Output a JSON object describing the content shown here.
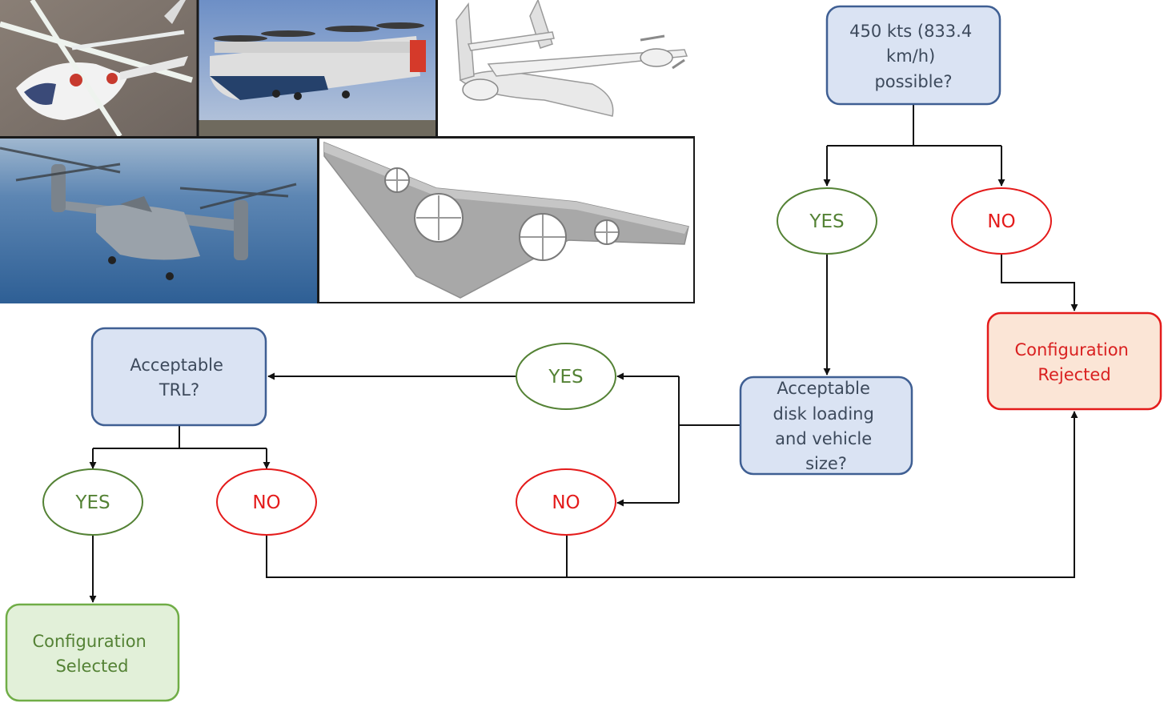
{
  "colors": {
    "decision_fill": "#dae3f3",
    "decision_stroke": "#3f5f93",
    "decision_text": "#3d4a5c",
    "yes_stroke": "#548235",
    "yes_text": "#548235",
    "no_stroke": "#e41b1b",
    "no_text": "#e41b1b",
    "rejected_fill": "#fbe5d6",
    "rejected_stroke": "#e41b1b",
    "rejected_text": "#d92020",
    "selected_fill": "#e2f0d9",
    "selected_stroke": "#70ad47",
    "selected_text": "#548235",
    "connector": "#111111"
  },
  "photos": [
    {
      "icon": "compound-helicopter-photo"
    },
    {
      "icon": "tilt-wing-aircraft-photo"
    },
    {
      "icon": "tilt-rotor-cad-render"
    },
    {
      "icon": "v22-osprey-over-sea-photo"
    },
    {
      "icon": "fan-in-wing-flying-wing-render"
    }
  ],
  "nodes": {
    "speed_question": {
      "lines": [
        "450 kts (833.4",
        "km/h)",
        "possible?"
      ]
    },
    "speed_yes": {
      "label": "YES"
    },
    "speed_no": {
      "label": "NO"
    },
    "disk_question": {
      "lines": [
        "Acceptable",
        "disk loading",
        "and vehicle",
        "size?"
      ]
    },
    "disk_yes": {
      "label": "YES"
    },
    "disk_no": {
      "label": "NO"
    },
    "trl_question": {
      "lines": [
        "Acceptable",
        "TRL?"
      ]
    },
    "trl_yes": {
      "label": "YES"
    },
    "trl_no": {
      "label": "NO"
    },
    "rejected": {
      "lines": [
        "Configuration",
        "Rejected"
      ]
    },
    "selected": {
      "lines": [
        "Configuration",
        "Selected"
      ]
    }
  }
}
